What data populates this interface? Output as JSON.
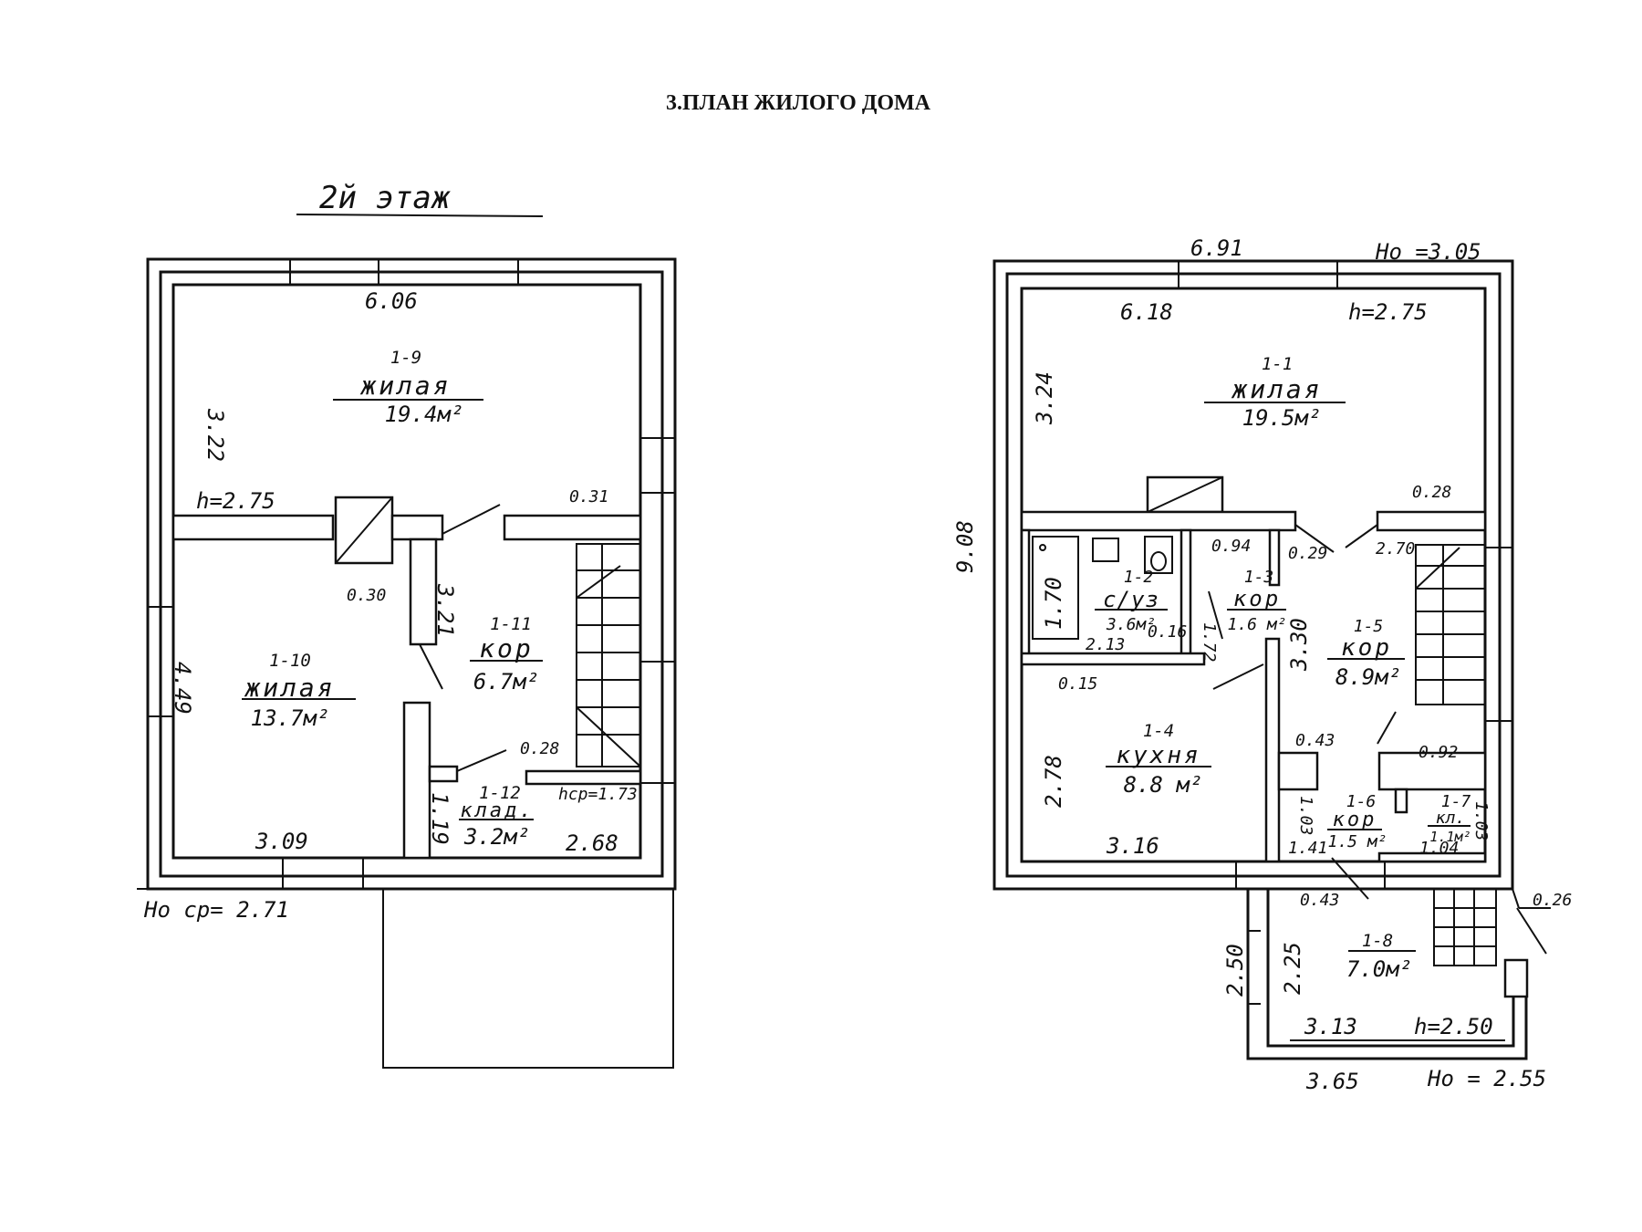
{
  "title": "3.ПЛАН ЖИЛОГО ДОМА",
  "floor2": {
    "label": "2й этаж",
    "width_dim": "6.06",
    "left_dim_top": "3.22",
    "left_dim_bottom": "4.49",
    "ceiling": "h=2.75",
    "avg_height": "Hо ср= 2.71",
    "wall_031": "0.31",
    "wall_030": "0.30",
    "corr_len": "3.21",
    "wall_028": "0.28",
    "stair_h": "hср=1.73",
    "bottom_left": "3.09",
    "bottom_right": "2.68",
    "closet_dim": "1.19",
    "rooms": [
      {
        "num": "1-9",
        "name": "жилая",
        "area": "19.4м²"
      },
      {
        "num": "1-10",
        "name": "жилая",
        "area": "13.7м²"
      },
      {
        "num": "1-11",
        "name": "кор",
        "area": "6.7м²"
      },
      {
        "num": "1-12",
        "name": "клад.",
        "area": "3.2м²"
      }
    ]
  },
  "floor1": {
    "outer_width": "6.91",
    "outer_height_top": "Hо =3.05",
    "inner_width": "6.18",
    "ceiling": "h=2.75",
    "total_depth": "9.08",
    "left_top": "3.24",
    "left_mid": "1.70",
    "left_bottom": "2.78",
    "wall_028": "0.28",
    "stair_270": "2.70",
    "dim_094": "0.94",
    "dim_029": "0.29",
    "dim_213": "2.13",
    "dim_016": "0.16",
    "dim_172": "1.72",
    "dim_330": "3.30",
    "dim_015": "0.15",
    "dim_043a": "0.43",
    "dim_092": "0.92",
    "dim_103a": "1.03",
    "dim_103b": "1.03",
    "dim_141": "1.41",
    "dim_104": "1.04",
    "bottom_kitchen": "3.16",
    "dim_043b": "0.43",
    "dim_026": "0.26",
    "dim_250": "2.50",
    "dim_225": "2.25",
    "dim_313": "3.13",
    "veranda_h": "h=2.50",
    "veranda_width": "3.65",
    "veranda_height": "Hо = 2.55",
    "rooms": [
      {
        "num": "1-1",
        "name": "жилая",
        "area": "19.5м²"
      },
      {
        "num": "1-2",
        "name": "с/уз",
        "area": "3.6м²"
      },
      {
        "num": "1-3",
        "name": "кор",
        "area": "1.6 м²"
      },
      {
        "num": "1-5",
        "name": "кор",
        "area": "8.9м²"
      },
      {
        "num": "1-4",
        "name": "кухня",
        "area": "8.8 м²"
      },
      {
        "num": "1-6",
        "name": "кор",
        "area": "1.5 м²"
      },
      {
        "num": "1-7",
        "name": "кл.",
        "area": "1.1м²"
      },
      {
        "num": "1-8",
        "name": "",
        "area": "7.0м²"
      }
    ]
  }
}
